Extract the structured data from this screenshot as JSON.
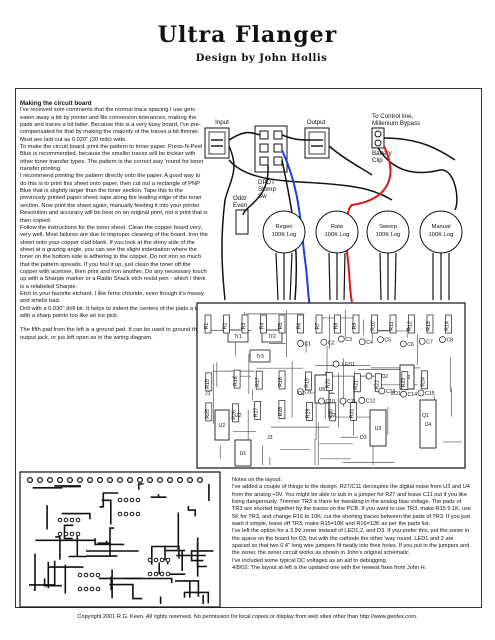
{
  "header": {
    "title": "Ultra Flanger",
    "subtitle": "Design by John Hollis"
  },
  "instructions": {
    "heading": "Making the circuit board",
    "paragraphs": [
      "I've received som comments that the normal trace spacing I use gets eaten away a bit by printer and file conversion tolerances, making the pads and traces a bit fatter. Because this is a very busy board, I've pre-compensated for that by making the majority of the traces a bit thinner. Most are laid out as 0.020\" (20 mils) wide.",
      "To make the circuit board, print the pattern to toner paper. Press-N-Peel Blue is recommended, because the smaller traces will be trickier with other toner transfer types. The pattern is the correct way 'round for toner transfer printing.",
      "I recommend printing the pattern directly onto the paper. A good way to do this is to print this sheet onto paper, then cut out a rectangle of PNP Blue that is slightly larger than the toner section. Tape this to the previously printed paper sheet; tape along the leading edge of the toner section. Now print the sheet again, manually feeding it into your printer. Resolution and accuracy will be best on an original print, not a print that is then copied.",
      "Follow the instructions for the toner sheet. Clean the copper board very, very well. Most failures are due to improper cleaning of the board. Iron the sheet onto your copper clad blank. If you look at the shiny side of the sheet at a grazing angle, you can see the slight indentation where the toner on the bottom side is adhering to the copper. Do not iron so much that the pattern spreads. If you foul it up, just clean the toner off the copper with acetone, then print and iron another. Do any necessary touch up with a Sharpie marker or a Radio Shack etch resist pen - which I think is a relabeled Sharpie.",
      "Etch in your favorite etchant. I like ferric chloride, even though it's messy and smells bad.",
      "Drill with a 0.030\" drill bit. It helps to indent the centers of the pads a bit with a sharp pointo too like an ice pick.",
      "The fifth pad from the left is a ground pad. It can be used to ground the output jack, or jus left open as in the wiring diagram."
    ]
  },
  "wiring": {
    "input_label": "Input",
    "output_label": "Output",
    "control_line_label": "To Control line,",
    "bypass_label": "Millenium Bypass",
    "battery_label": "Battery",
    "battery_label2": "Clip",
    "switch_label": "DPDT",
    "switch_label2": "Stomp",
    "switch_label3": "Sw",
    "odd_label": "Odd/",
    "even_label": "Even",
    "pots": [
      {
        "name": "Regen",
        "value": "100K Log"
      },
      {
        "name": "Rate",
        "value": "100K Log"
      },
      {
        "name": "Sweep",
        "value": "100K Log"
      },
      {
        "name": "Manual",
        "value": "100K Log"
      }
    ]
  },
  "board_labels": {
    "chips": [
      "U1",
      "U2",
      "U3",
      "U4",
      "U5",
      "U6"
    ],
    "transistors": [
      "Tr1",
      "Tr2",
      "Tr3"
    ],
    "leds": [
      "LED1",
      "LED2"
    ],
    "caps": [
      "C1",
      "C2",
      "C3",
      "C4",
      "C5",
      "C6",
      "C7",
      "C8",
      "C9",
      "C10",
      "C11",
      "C12",
      "C13",
      "C14",
      "C15"
    ],
    "resistors": [
      "R1",
      "R2",
      "R3",
      "R4",
      "R5",
      "R6",
      "R7",
      "R8",
      "R9",
      "R10",
      "R11",
      "R12",
      "R13",
      "R14",
      "R15",
      "R16",
      "R17",
      "R18",
      "R19",
      "R20",
      "R21",
      "R22",
      "R23",
      "R24",
      "R25",
      "R26",
      "R27",
      "R28",
      "R29",
      "R30",
      "R31"
    ],
    "misc": [
      "J1",
      "J2",
      "J3",
      "D1",
      "D2",
      "D3",
      "ZD1",
      "Q1"
    ]
  },
  "notes": {
    "heading": "Notes on the layout:",
    "paragraphs": [
      "I've added a couple of things to the design. R27/C11 decouples the digital noise from U3 and U4 from the analog +9V. You might be able to sub in a jumper for R27 and leave C11 out if you like living dangerously. Trimmer TR3 is there for tweaking in the analog bias voltage. The pads of TR3 are shorted together by the traces on the PCB. If you want to use TR3, make R15 5.1K, use 5K for TR3, and change R16 to 10K; cut the shorting traces between the pads of TR3. If you just want it simple, leave off TR3, make R15=10K and R16=12K as per the parts list.",
      "I've left the option for a 3.9V zener instead of LED1,2, and D3. If you prefer this, put the zener in the space on the board for D3, but with the cathode the other 'way round. LED1 and 2 are spaced so that two 0.4\" long wire jumpers fit neatly into their holes. If you put in the jumpers and the zener, the zener circuit works as shown in John's original schematic.",
      "I've included some typical DC voltages as an aid to debugging.",
      "4/8/02: The layout at left is the updated one with the newest fixes from John H."
    ]
  },
  "footer": {
    "copyright": "Copyright 2001 R.G. Keen. All rights reserved. No permission for local copies or display from web sites other than http://www.geofex.com."
  },
  "colors": {
    "wire_blue": "#1a3fd6",
    "wire_red": "#d61a1a",
    "ink": "#111111",
    "copper_trace": "#1a1a1a"
  }
}
